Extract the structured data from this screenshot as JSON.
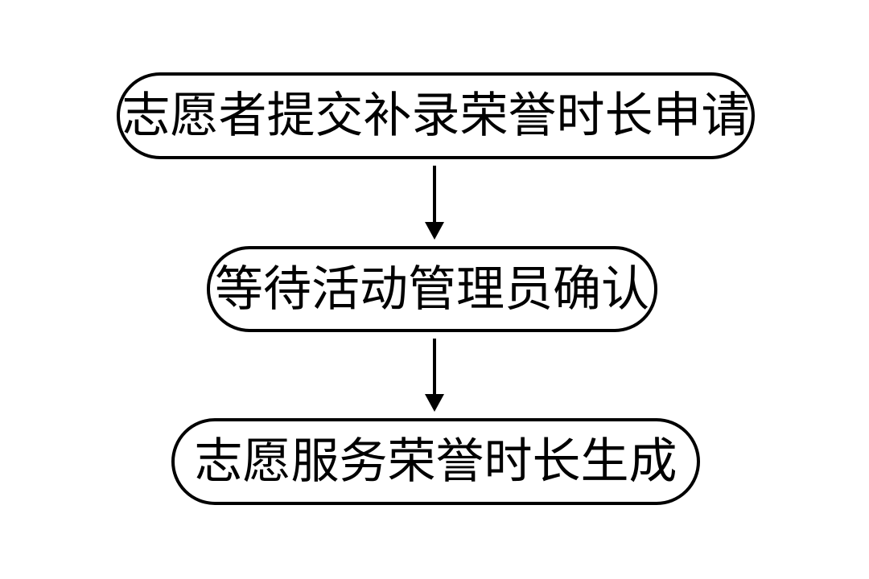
{
  "flowchart": {
    "type": "flowchart",
    "direction": "top-to-bottom",
    "nodes": [
      {
        "id": "step-1",
        "shape": "stadium",
        "label": "志愿者提交补录荣誉时长申请"
      },
      {
        "id": "step-2",
        "shape": "stadium",
        "label": "等待活动管理员确认"
      },
      {
        "id": "step-3",
        "shape": "stadium",
        "label": "志愿服务荣誉时长生成"
      }
    ],
    "edges": [
      {
        "from": "step-1",
        "to": "step-2",
        "style": "arrow-down"
      },
      {
        "from": "step-2",
        "to": "step-3",
        "style": "arrow-down"
      }
    ],
    "colors": {
      "background": "#ffffff",
      "node_fill": "#ffffff",
      "stroke": "#000000",
      "text": "#000000"
    }
  }
}
